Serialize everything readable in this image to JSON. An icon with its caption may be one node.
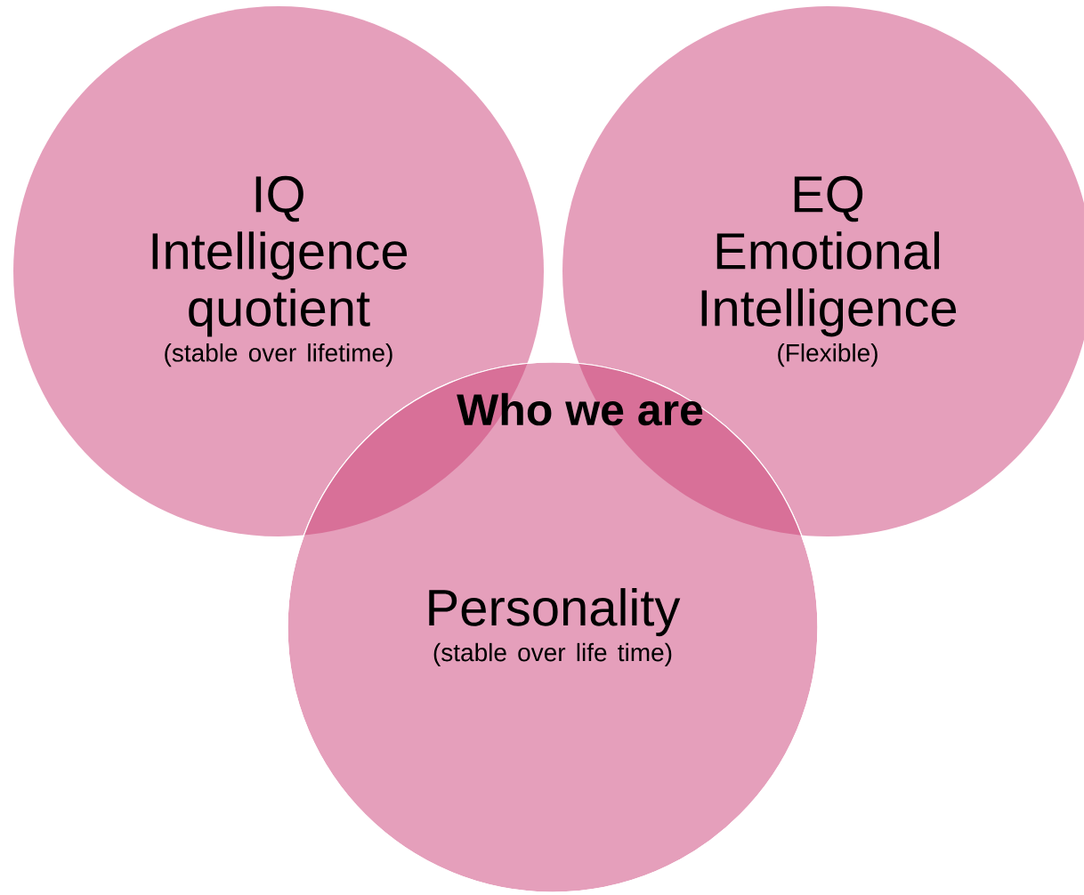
{
  "diagram": {
    "nodes": [
      {
        "text": [
          "IQ",
          "Intelligence quotient",
          "(stable over lifetime)"
        ]
      },
      {
        "text": [
          "EQ",
          "Emotional Intelligence",
          "(Flexible)"
        ]
      },
      {
        "text": [
          "Personality",
          "(stable over life time)"
        ]
      }
    ],
    "labels": [
      "Who we are"
    ]
  }
}
